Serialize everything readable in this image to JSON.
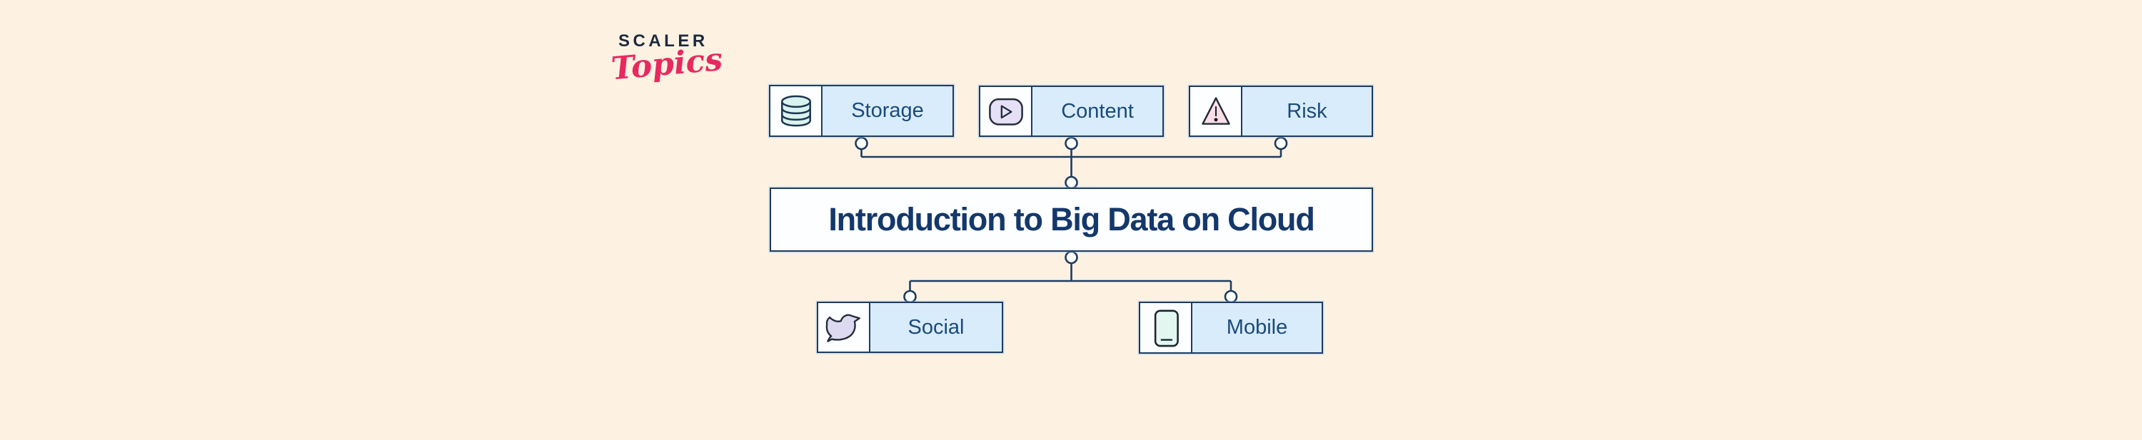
{
  "logo": {
    "brand": "SCALER",
    "wordmark": "Topics",
    "brand_color": "#1e2a3c",
    "wordmark_color": "#e8295f"
  },
  "diagram": {
    "title": "Introduction to Big Data on Cloud",
    "top_nodes": [
      {
        "label": "Storage",
        "icon": "database-icon"
      },
      {
        "label": "Content",
        "icon": "video-play-icon"
      },
      {
        "label": "Risk",
        "icon": "warning-triangle-icon"
      }
    ],
    "bottom_nodes": [
      {
        "label": "Social",
        "icon": "bird-icon"
      },
      {
        "label": "Mobile",
        "icon": "smartphone-icon"
      }
    ]
  },
  "colors": {
    "background": "#fdf2e2",
    "node_fill": "#d9ecfc",
    "icon_cell_fill": "#fdfeff",
    "border": "#1e3c60",
    "label_text": "#1b4a7b",
    "title_text": "#14386b",
    "database_fill": "#d9f3ee",
    "play_fill": "#e6e0f7",
    "warning_fill": "#fbdfe7",
    "bird_fill": "#dcd9f1",
    "phone_fill": "#e3f7f0"
  }
}
